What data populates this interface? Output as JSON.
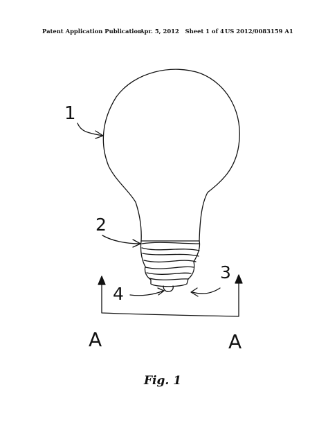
{
  "header": {
    "publication": "Patent Application Publication",
    "date_sheet": "Apr. 5, 2012   Sheet 1 of 4",
    "number": "US 2012/0083159 A1"
  },
  "labels": {
    "ref_1": "1",
    "ref_2": "2",
    "ref_3": "3",
    "ref_4": "4",
    "section_left": "A",
    "section_right": "A"
  },
  "caption": "Fig. 1",
  "colors": {
    "ink": "#111111",
    "paper": "#ffffff"
  }
}
